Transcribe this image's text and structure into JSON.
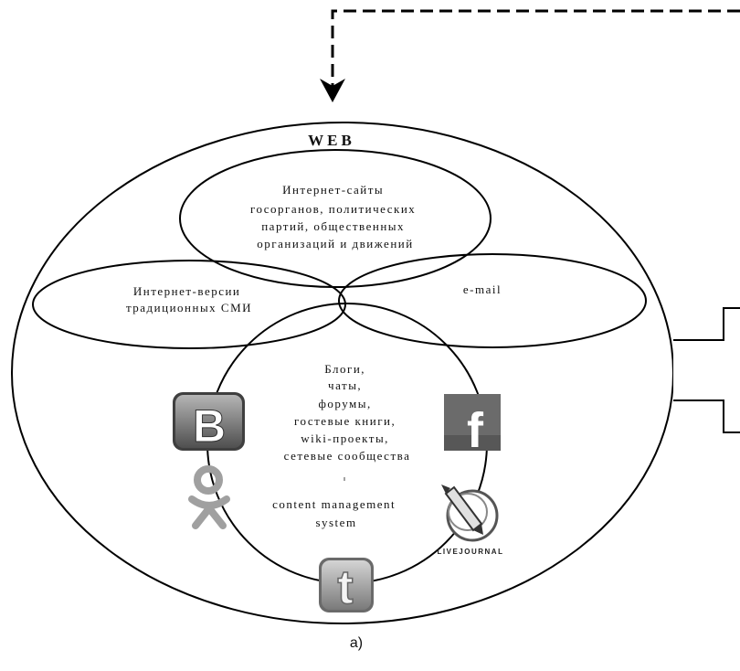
{
  "web_label": "WEB",
  "government_sites": [
    "Интернет-сайты",
    "госорганов, политических",
    "партий, общественных",
    "организаций и движений"
  ],
  "traditional_media": [
    "Интернет-версии",
    "традиционных СМИ"
  ],
  "email": "e-mail",
  "social_media": [
    "Блоги,",
    "чаты,",
    "форумы,",
    "гостевые книги,",
    "wiki-проекты,",
    "сетевые сообщества"
  ],
  "cms": [
    "content management",
    "system"
  ],
  "icons": {
    "vk": {
      "name": "vkontakte-icon",
      "letter": "B",
      "color": "#7a7a7a"
    },
    "facebook": {
      "name": "facebook-icon",
      "letter": "f",
      "color": "#666666"
    },
    "odnoklassniki": {
      "name": "odnoklassniki-icon",
      "color": "#9a9a9a"
    },
    "livejournal": {
      "name": "livejournal-icon",
      "text": "LIVEJOURNAL",
      "color": "#555555"
    },
    "twitter": {
      "name": "twitter-icon",
      "letter": "t",
      "color": "#8c8c8c"
    }
  },
  "caption": "a)"
}
